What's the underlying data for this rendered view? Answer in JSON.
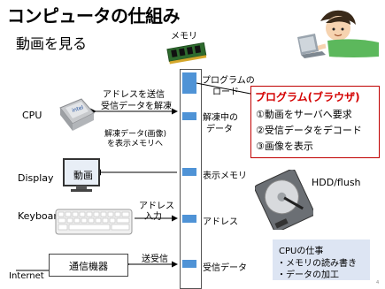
{
  "title": "コンピュータの仕組み",
  "subtitle": "動画を見る",
  "memory": {
    "label": "メモリ"
  },
  "left_devices": {
    "cpu": "CPU",
    "display": "Display",
    "keyboard": "Keyboard",
    "internet": "Internet",
    "comm_device": "通信機器",
    "display_screen_text": "動画"
  },
  "arrow_labels": {
    "cpu_send_line1": "アドレスを送信",
    "cpu_send_line2": "受信データを解凍",
    "cpu_back_line1": "解凍データ(画像)",
    "cpu_back_line2": "を表示メモリへ",
    "keyboard_line1": "アドレス",
    "keyboard_line2": "入力",
    "comm": "送受信"
  },
  "memory_regions": {
    "program_line1": "プログラムの",
    "program_line2": "ロード",
    "decoding_line1": "解凍中の",
    "decoding_line2": "データ",
    "display_mem": "表示メモリ",
    "address": "アドレス",
    "received": "受信データ"
  },
  "program_box": {
    "title": "プログラム(ブラウザ)",
    "items": [
      "①動画をサーバへ要求",
      "②受信データをデコード",
      "③画像を表示"
    ]
  },
  "storage": {
    "label": "HDD/flush"
  },
  "cpu_tasks": {
    "title": "CPUの仕事",
    "items": [
      "・メモリの読み書き",
      "・データの加工"
    ]
  },
  "page_number": "4",
  "colors": {
    "memory_cell": "#4f93d6",
    "program_title": "#d40000",
    "program_border": "#c00000",
    "cpu_task_bg": "#dde5f3"
  }
}
